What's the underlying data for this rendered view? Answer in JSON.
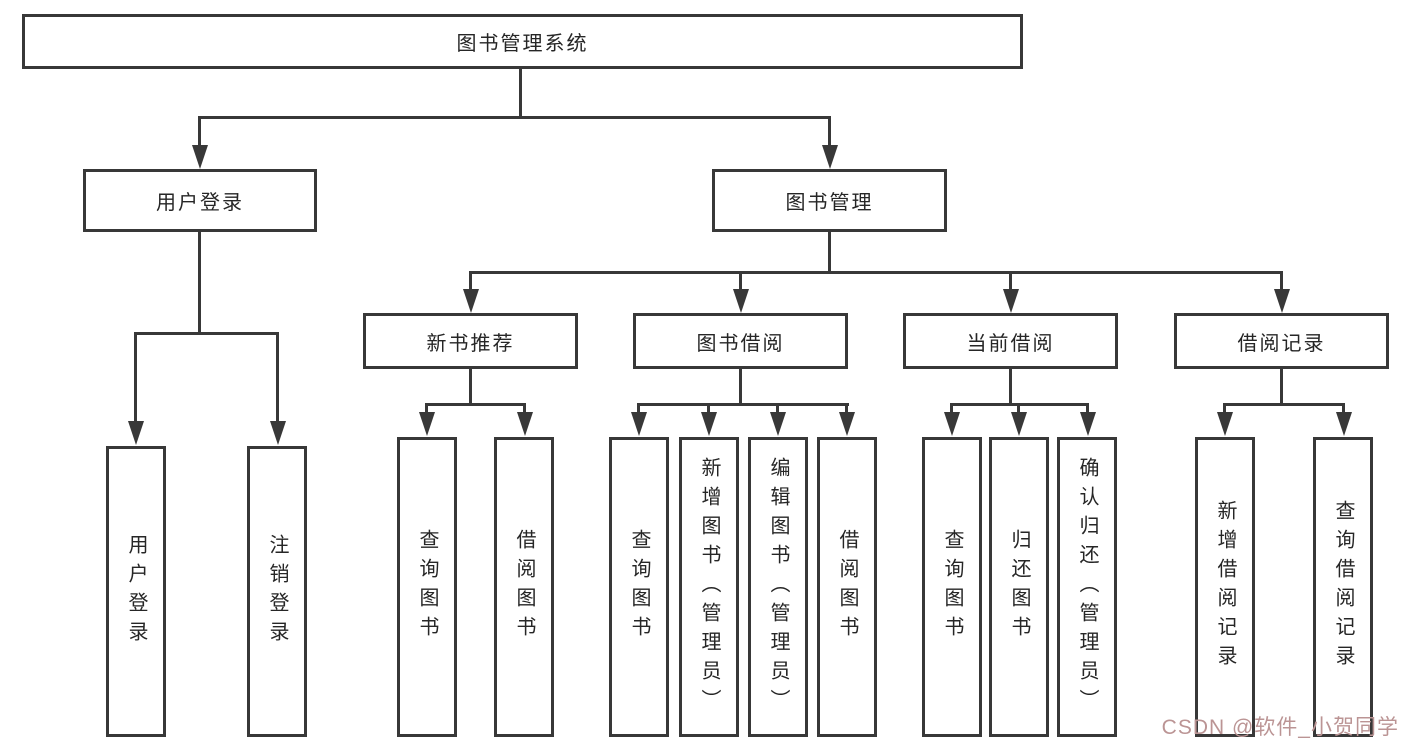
{
  "diagram": {
    "root": {
      "label": "图书管理系统"
    },
    "level1": {
      "user_login": {
        "label": "用户登录"
      },
      "book_mgmt": {
        "label": "图书管理"
      }
    },
    "level2": {
      "new_book": {
        "label": "新书推荐"
      },
      "book_borrow": {
        "label": "图书借阅"
      },
      "current_borrow": {
        "label": "当前借阅"
      },
      "borrow_record": {
        "label": "借阅记录"
      }
    },
    "leaves": {
      "user_login": [
        "用户登录",
        "注销登录"
      ],
      "new_book": [
        "查询图书",
        "借阅图书"
      ],
      "book_borrow": [
        "查询图书",
        "新增图书（管理员）",
        "编辑图书（管理员）",
        "借阅图书"
      ],
      "current_borrow": [
        "查询图书",
        "归还图书",
        "确认归还（管理员）"
      ],
      "borrow_record": [
        "新增借阅记录",
        "查询借阅记录"
      ]
    },
    "colors": {
      "line": "#383838",
      "text": "#262626",
      "background": "#ffffff",
      "watermark": "#bb9494"
    }
  },
  "watermark": {
    "text": "CSDN @软件_小贺同学"
  }
}
